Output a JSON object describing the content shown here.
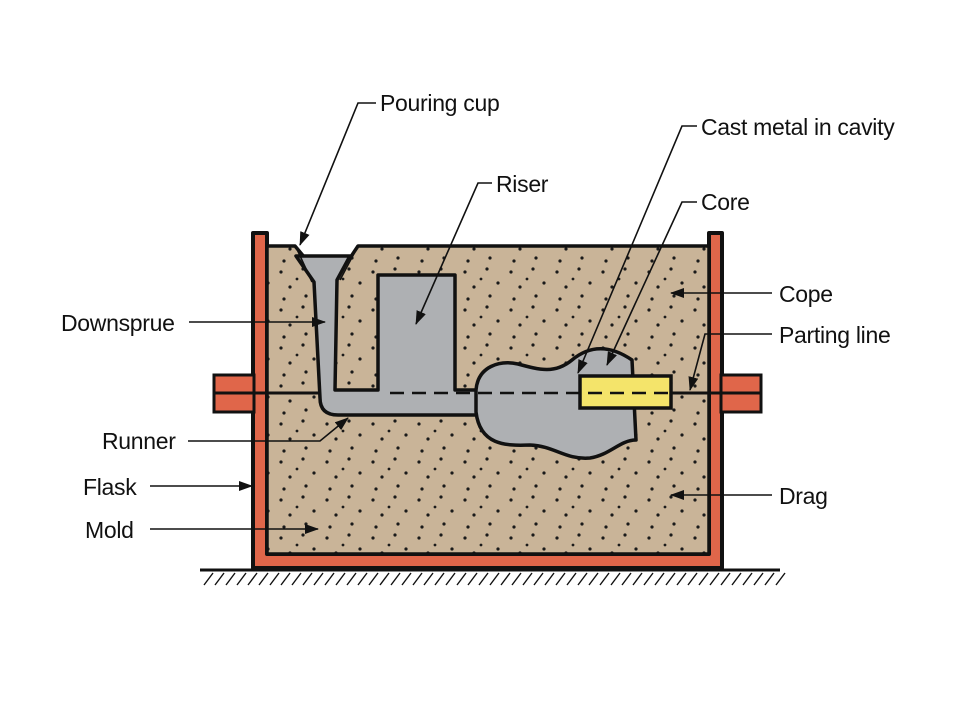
{
  "title": "Sand casting mold cross-section",
  "colors": {
    "sand": "#c9b498",
    "metal": "#aeb0b3",
    "flask": "#e0664a",
    "core": "#f4e46a",
    "outline": "#111111",
    "background": "#ffffff"
  },
  "labels": {
    "pouring_cup": "Pouring cup",
    "riser": "Riser",
    "cast_metal": "Cast metal in cavity",
    "core": "Core",
    "cope": "Cope",
    "parting_line": "Parting line",
    "downsprue": "Downsprue",
    "runner": "Runner",
    "flask": "Flask",
    "mold": "Mold",
    "drag": "Drag"
  }
}
